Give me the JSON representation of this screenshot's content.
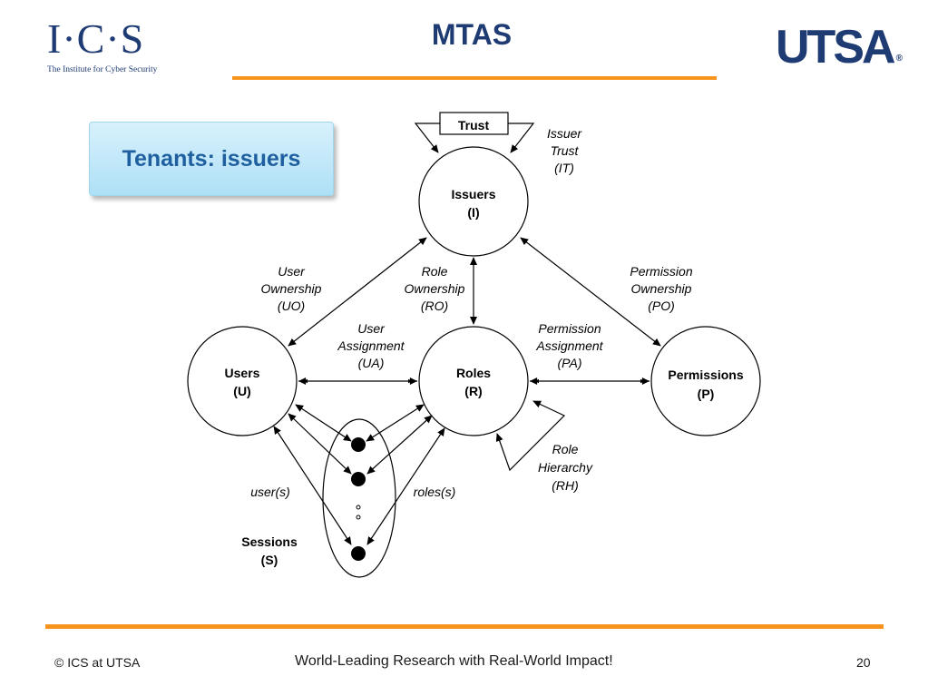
{
  "header": {
    "title": "MTAS",
    "ics_logo": {
      "mark": "I·C·S",
      "subtitle": "The Institute for Cyber Security"
    },
    "utsa_logo": {
      "mark": "UTSA",
      "reg": "®"
    }
  },
  "callout": {
    "text": "Tenants: issuers"
  },
  "diagram": {
    "trust_box": "Trust",
    "nodes": {
      "issuers": [
        "Issuers",
        "(I)"
      ],
      "users": [
        "Users",
        "(U)"
      ],
      "roles": [
        "Roles",
        "(R)"
      ],
      "permissions": [
        "Permissions",
        "(P)"
      ],
      "sessions": [
        "Sessions",
        "(S)"
      ]
    },
    "relations": {
      "it": [
        "Issuer",
        "Trust",
        "(IT)"
      ],
      "uo": [
        "User",
        "Ownership",
        "(UO)"
      ],
      "ro": [
        "Role",
        "Ownership",
        "(RO)"
      ],
      "po": [
        "Permission",
        "Ownership",
        "(PO)"
      ],
      "ua": [
        "User",
        "Assignment",
        "(UA)"
      ],
      "pa": [
        "Permission",
        "Assignment",
        "(PA)"
      ],
      "rh": [
        "Role",
        "Hierarchy",
        "(RH)"
      ],
      "user_s": "user(s)",
      "roles_s": "roles(s)"
    }
  },
  "footer": {
    "copyright": "© ICS at UTSA",
    "tagline": "World-Leading Research with Real-World Impact!",
    "page_number": "20"
  }
}
